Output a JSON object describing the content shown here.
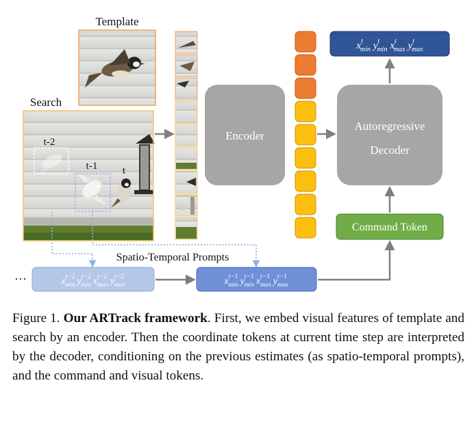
{
  "figure": {
    "template_label": "Template",
    "search_label": "Search",
    "encoder_label": "Encoder",
    "decoder_label_line1": "Autoregressive",
    "decoder_label_line2": "Decoder",
    "command_token_label": "Command Token",
    "prompts_label": "Spatio-Temporal Prompts",
    "time_labels": {
      "t2": "t-2",
      "t1": "t-1",
      "t": "t"
    },
    "ellipsis": "···",
    "output_tokens": {
      "sup": "t",
      "xmin": "x",
      "xmin_sub": "min",
      "ymin": "y",
      "ymin_sub": "min",
      "xmax": "x",
      "xmax_sub": "max",
      "ymax": "y",
      "ymax_sub": "max"
    },
    "prev2_tokens": {
      "sup": "t−2",
      "sub_min": "min",
      "sub_max": "max"
    },
    "prev1_tokens": {
      "sup": "t−1",
      "sub_min": "min",
      "sub_max": "max"
    },
    "colors": {
      "template_border": "#f0a060",
      "search_border": "#f4c46a",
      "encoder_fill": "#a6a6a6",
      "decoder_fill": "#a6a6a6",
      "orange_token": "#ec7c30",
      "yellow_token": "#fdbf0f",
      "output_fill": "#2f5597",
      "command_fill": "#70ad47",
      "prompt_light_fill": "#b4c7e7",
      "prompt_mid_fill": "#6f8fd6",
      "arrow": "#7f7f7f",
      "dotted": "#8fb0e6"
    }
  },
  "caption": {
    "prefix": "Figure 1. ",
    "bold": "Our ARTrack framework",
    "text": ". First, we embed visual features of template and search by an encoder. Then the coordinate tokens at current time step are interpreted by the decoder, conditioning on the previous estimates (as spatio-temporal prompts), and the command and visual tokens."
  }
}
